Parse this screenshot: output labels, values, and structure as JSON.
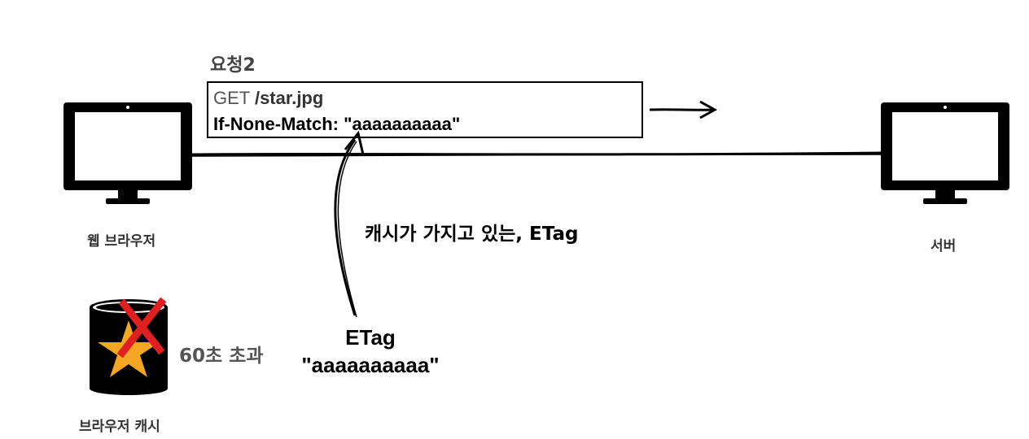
{
  "request": {
    "title": "요청2",
    "method": "GET ",
    "path": "/star.jpg",
    "header_line": "If-None-Match: \"aaaaaaaaaa\""
  },
  "browser": {
    "label": "웹 브라우저",
    "icon": "monitor-icon"
  },
  "server": {
    "label": "서버",
    "icon": "monitor-icon"
  },
  "cache": {
    "label": "브라우저 캐시",
    "icon": "database-star-icon",
    "expired_note": "60초 초과",
    "star_color": "#F5A623",
    "cross_color": "#E02020"
  },
  "cache_note": "캐시가 가지고 있는, ETag",
  "etag": {
    "label": "ETag",
    "value": "\"aaaaaaaaaa\""
  }
}
